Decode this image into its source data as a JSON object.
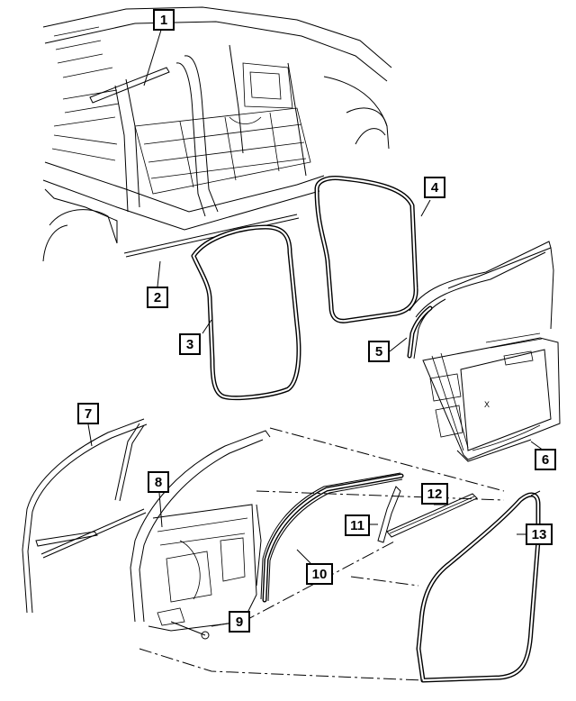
{
  "diagram": {
    "callouts": [
      {
        "id": "callout-1",
        "label": "1"
      },
      {
        "id": "callout-2",
        "label": "2"
      },
      {
        "id": "callout-3",
        "label": "3"
      },
      {
        "id": "callout-4",
        "label": "4"
      },
      {
        "id": "callout-5",
        "label": "5"
      },
      {
        "id": "callout-6",
        "label": "6"
      },
      {
        "id": "callout-7",
        "label": "7"
      },
      {
        "id": "callout-8",
        "label": "8"
      },
      {
        "id": "callout-9",
        "label": "9"
      },
      {
        "id": "callout-10",
        "label": "10"
      },
      {
        "id": "callout-11",
        "label": "11"
      },
      {
        "id": "callout-12",
        "label": "12"
      },
      {
        "id": "callout-13",
        "label": "13"
      }
    ],
    "panel_mark": "X"
  }
}
